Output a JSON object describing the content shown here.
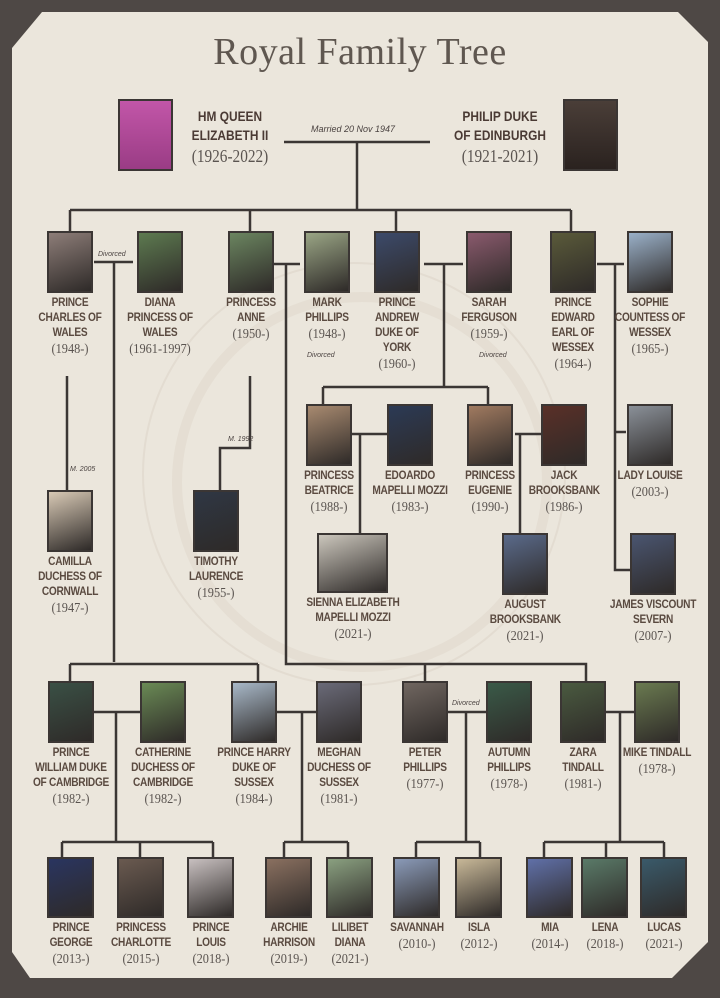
{
  "title": "Royal Family Tree",
  "colors": {
    "background": "#ebe6dc",
    "frame": "#4e4845",
    "lines": "#3b3634",
    "name_text": "#5a4a40",
    "title_text": "#5f5750"
  },
  "marriage_label": "Married 20 Nov 1947",
  "notes": {
    "charles_diana": "Divorced",
    "anne_mark": "Divorced",
    "andrew_sarah": "Divorced",
    "peter_autumn": "Divorced",
    "charles_camilla": "M. 2005",
    "anne_timothy": "M. 1992"
  },
  "people": {
    "queen": {
      "name": "HM QUEEN ELIZABETH II",
      "line1": "HM QUEEN",
      "line2": "ELIZABETH II",
      "years": "(1926-2022)",
      "photo": "#b3418f"
    },
    "philip": {
      "name": "PHILIP DUKE OF EDINBURGH",
      "line1": "PHILIP DUKE",
      "line2": "OF EDINBURGH",
      "years": "(1921-2021)",
      "photo": "#3a2f2b"
    },
    "charles": {
      "name": "PRINCE CHARLES OF WALES",
      "years": "(1948-)",
      "photo": "#8d7d78"
    },
    "diana": {
      "name": "DIANA PRINCESS OF WALES",
      "years": "(1961-1997)",
      "photo": "#5d7a50"
    },
    "anne": {
      "name": "PRINCESS ANNE",
      "years": "(1950-)",
      "photo": "#6b8560"
    },
    "mark": {
      "name": "MARK PHILLIPS",
      "years": "(1948-)",
      "photo": "#9aa585"
    },
    "andrew": {
      "name": "PRINCE ANDREW DUKE OF YORK",
      "years": "(1960-)",
      "photo": "#3c4a6a"
    },
    "sarah": {
      "name": "SARAH FERGUSON",
      "years": "(1959-)",
      "photo": "#8a5a6d"
    },
    "edward": {
      "name": "PRINCE EDWARD EARL OF WESSEX",
      "years": "(1964-)",
      "photo": "#5a5a3a"
    },
    "sophie": {
      "name": "SOPHIE COUNTESS OF WESSEX",
      "years": "(1965-)",
      "photo": "#9ab0c8"
    },
    "camilla": {
      "name": "CAMILLA DUCHESS OF CORNWALL",
      "years": "(1947-)",
      "photo": "#d8c9b5"
    },
    "timothy": {
      "name": "TIMOTHY LAURENCE",
      "years": "(1955-)",
      "photo": "#2f3744"
    },
    "beatrice": {
      "name": "PRINCESS BEATRICE",
      "years": "(1988-)",
      "photo": "#a88a70"
    },
    "edoardo": {
      "name": "EDOARDO MAPELLI MOZZI",
      "years": "(1983-)",
      "photo": "#2c3a55"
    },
    "eugenie": {
      "name": "PRINCESS EUGENIE",
      "years": "(1990-)",
      "photo": "#a07a60"
    },
    "jack": {
      "name": "JACK BROOKSBANK",
      "years": "(1986-)",
      "photo": "#5a3028"
    },
    "louise": {
      "name": "LADY LOUISE",
      "years": "(2003-)",
      "photo": "#8a9098"
    },
    "sienna": {
      "name": "SIENNA ELIZABETH MAPELLI MOZZI",
      "years": "(2021-)",
      "photo": "#cbc6bc"
    },
    "august": {
      "name": "AUGUST BROOKSBANK",
      "years": "(2021-)",
      "photo": "#5a6a8a"
    },
    "james": {
      "name": "JAMES VISCOUNT SEVERN",
      "years": "(2007-)",
      "photo": "#4a5570"
    },
    "william": {
      "name": "PRINCE WILLIAM DUKE OF CAMBRIDGE",
      "years": "(1982-)",
      "photo": "#3a5045"
    },
    "catherine": {
      "name": "CATHERINE DUCHESS OF CAMBRIDGE",
      "years": "(1982-)",
      "photo": "#6a8a55"
    },
    "harry": {
      "name": "PRINCE HARRY DUKE OF SUSSEX",
      "years": "(1984-)",
      "photo": "#a8b8c8"
    },
    "meghan": {
      "name": "MEGHAN DUCHESS OF SUSSEX",
      "years": "(1981-)",
      "photo": "#6a6a78"
    },
    "peter": {
      "name": "PETER PHILLIPS",
      "years": "(1977-)",
      "photo": "#706660"
    },
    "autumn": {
      "name": "AUTUMN PHILLIPS",
      "years": "(1978-)",
      "photo": "#3a5a48"
    },
    "zara": {
      "name": "ZARA TINDALL",
      "years": "(1981-)",
      "photo": "#4a5a40"
    },
    "mike": {
      "name": "MIKE TINDALL",
      "years": "(1978-)",
      "photo": "#6a7a50"
    },
    "george": {
      "name": "PRINCE GEORGE",
      "years": "(2013-)",
      "photo": "#2a3560"
    },
    "charlotte": {
      "name": "PRINCESS CHARLOTTE",
      "years": "(2015-)",
      "photo": "#6a5a50"
    },
    "louis": {
      "name": "PRINCE LOUIS",
      "years": "(2018-)",
      "photo": "#c8c0c0"
    },
    "archie": {
      "name": "ARCHIE HARRISON",
      "years": "(2019-)",
      "photo": "#8a7060"
    },
    "lilibet": {
      "name": "LILIBET DIANA",
      "years": "(2021-)",
      "photo": "#8aa080"
    },
    "savannah": {
      "name": "SAVANNAH",
      "years": "(2010-)",
      "photo": "#8a9ab8"
    },
    "isla": {
      "name": "ISLA",
      "years": "(2012-)",
      "photo": "#c8b898"
    },
    "mia": {
      "name": "MIA",
      "years": "(2014-)",
      "photo": "#6070a8"
    },
    "lena": {
      "name": "LENA",
      "years": "(2018-)",
      "photo": "#5a7a68"
    },
    "lucas": {
      "name": "LUCAS",
      "years": "(2021-)",
      "photo": "#3a5a6a"
    }
  }
}
